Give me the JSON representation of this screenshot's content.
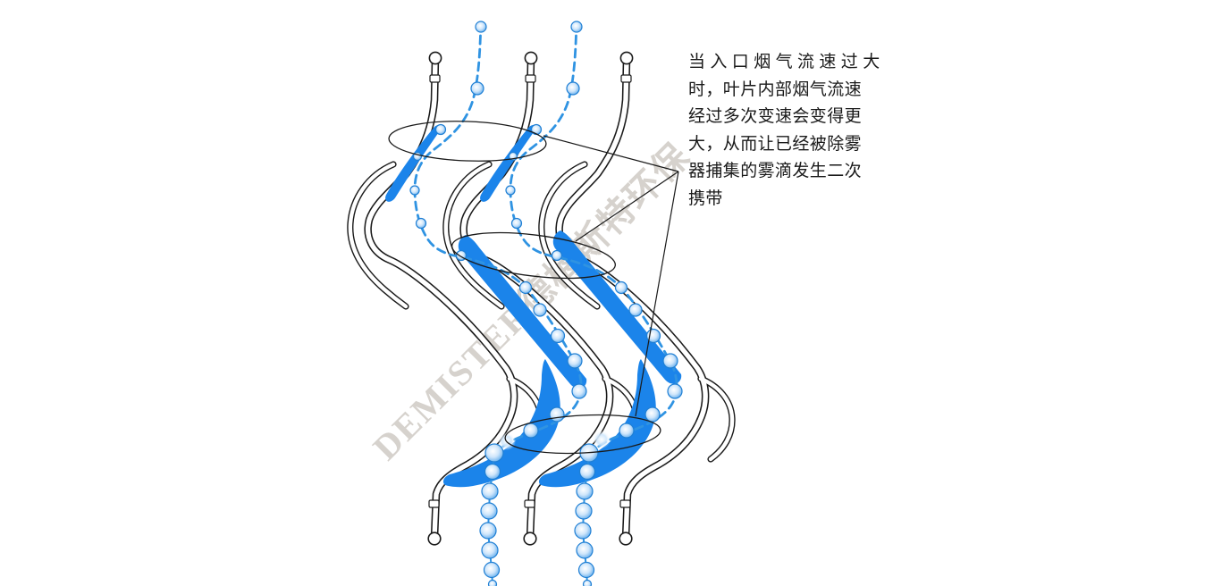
{
  "annotation": {
    "full_text": "当入口烟气流速过大时，叶片内部烟气流速经过多次变速会变得更大，从而让已经被除雾器捕集的雾滴发生二次携带",
    "lines": [
      "当入口烟气流速过大",
      "时，叶片内部烟气流速",
      "经过多次变速会变得更",
      "大，从而让已经被除雾",
      "器捕集的雾滴发生二次",
      "携带"
    ]
  },
  "watermark": {
    "text": "DEMISTER德梅斯特环保"
  },
  "diagram": {
    "blade_count": 3,
    "callout_ellipse_count": 3,
    "droplet_trajectory_count": 2,
    "droplet_chain_count": 2,
    "liquid_film_regions": [
      "upper-blade-films",
      "mid-blade-films",
      "lower-knee-crescents"
    ]
  },
  "colors": {
    "accent_blue": "#1b84ea",
    "dash_blue": "#2f93e2",
    "droplet_edge": "#1f7fd4",
    "line_black": "#1a1a1a",
    "watermark_gray": "#d6d2cd",
    "text_black": "#1a1a1a",
    "background": "#ffffff"
  }
}
